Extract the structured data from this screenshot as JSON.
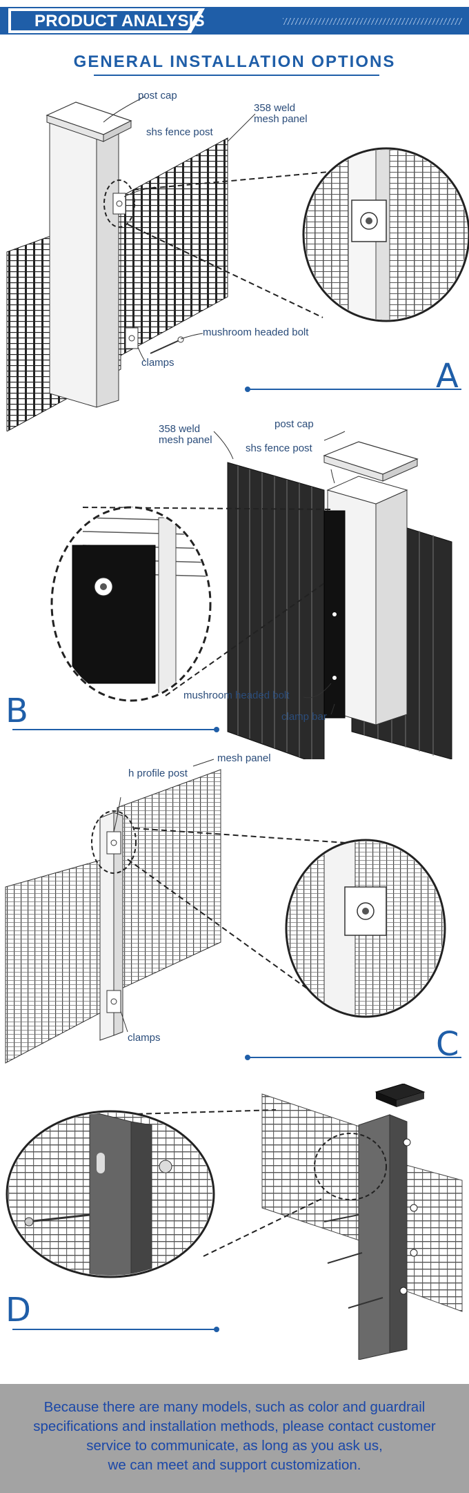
{
  "header": {
    "title": "PRODUCT ANALYSIS"
  },
  "section_title": "GENERAL INSTALLATION OPTIONS",
  "panels": {
    "a": {
      "letter": "A",
      "labels": {
        "post_cap": "post cap",
        "weld_mesh_line1": "358 weld",
        "weld_mesh_line2": "mesh panel",
        "shs_post": "shs fence post",
        "bolt": "mushroom headed bolt",
        "clamps": "clamps"
      }
    },
    "b": {
      "letter": "B",
      "labels": {
        "post_cap": "post cap",
        "weld_mesh_line1": "358 weld",
        "weld_mesh_line2": "mesh panel",
        "shs_post": "shs fence post",
        "bolt": "mushroom headed bolt",
        "clamp_bar": "clamp bar"
      }
    },
    "c": {
      "letter": "C",
      "labels": {
        "mesh_panel": "mesh panel",
        "h_profile_post": "h profile post",
        "clamps": "clamps"
      }
    },
    "d": {
      "letter": "D"
    }
  },
  "footer": {
    "line1": "Because there are many models, such as color and guardrail",
    "line2": "specifications and installation methods, please contact customer",
    "line3": "service to communicate, as long as you ask us,",
    "line4": "we can meet and support customization."
  },
  "colors": {
    "accent": "#1f5ea8",
    "footer_bg": "#a3a3a3",
    "footer_text": "#1a47a8"
  }
}
